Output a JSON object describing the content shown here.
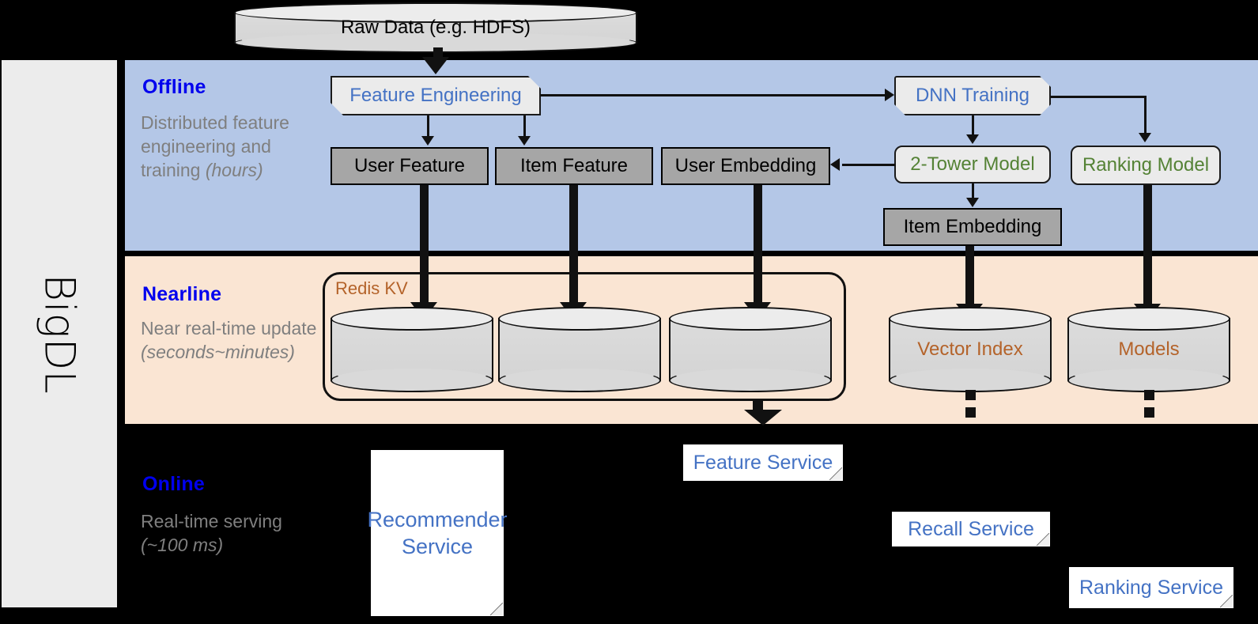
{
  "sidebar": {
    "label": "BigDL"
  },
  "bands": {
    "offline": {
      "title": "Offline",
      "subtitle": "Distributed feature engineering and training ",
      "subtitle_em": "(hours)"
    },
    "nearline": {
      "title": "Nearline",
      "subtitle": "Near real-time update ",
      "subtitle_em": "(seconds~minutes)"
    },
    "online": {
      "title": "Online",
      "subtitle": "Real-time serving ",
      "subtitle_em": "(~100 ms)"
    }
  },
  "source": {
    "raw_data": "Raw Data (e.g. HDFS)"
  },
  "offline": {
    "feature_engineering": "Feature Engineering",
    "dnn_training": "DNN Training",
    "user_feature": "User Feature",
    "item_feature": "Item Feature",
    "user_embedding": "User Embedding",
    "two_tower_model": "2-Tower Model",
    "ranking_model": "Ranking Model",
    "item_embedding": "Item Embedding"
  },
  "nearline": {
    "redis_kv": "Redis KV",
    "stores": [
      "",
      "",
      ""
    ],
    "vector_index": "Vector Index",
    "models": "Models"
  },
  "online": {
    "recommender_service": "Recommender Service",
    "feature_service": "Feature Service",
    "recall_service": "Recall Service",
    "ranking_service": "Ranking Service"
  },
  "colors": {
    "offline_band": "#b4c7e7",
    "nearline_band": "#fae5d3",
    "online_band": "#000000",
    "sidebar": "#ececec",
    "band_title": "#0000ee",
    "band_subtitle": "#7f7f7f",
    "blue_text": "#4472c4",
    "green_text": "#548235",
    "brown_text": "#b4632a",
    "gray_box": "#a6a6a6",
    "light_box": "#ebebeb"
  }
}
